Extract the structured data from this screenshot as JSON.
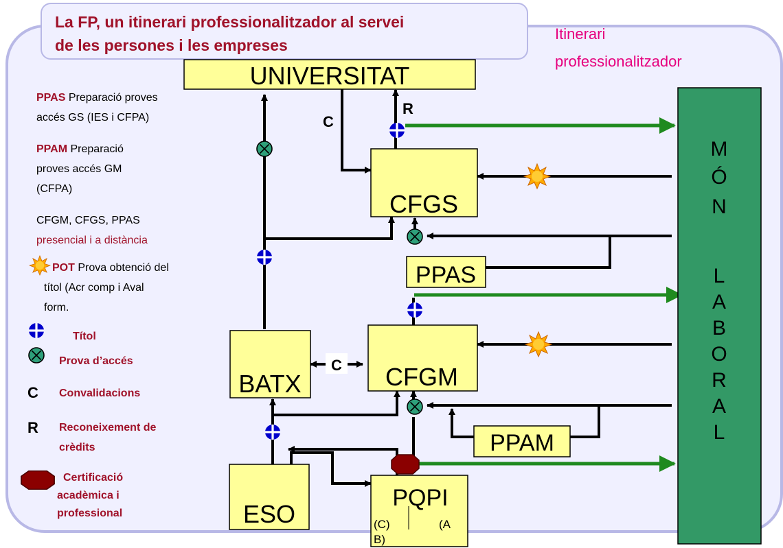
{
  "title": {
    "line1": "La FP, un itinerari professionalitzador al servei",
    "line2": "de les persones i les empreses"
  },
  "itinerari_label": {
    "line1": "Itinerari",
    "line2": "professionalitzador"
  },
  "boxes": {
    "universitat": "UNIVERSITAT",
    "cfgs": "CFGS",
    "ppas": "PPAS",
    "cfgm": "CFGM",
    "batx": "BATX",
    "ppam": "PPAM",
    "eso": "ESO",
    "pqpi": "PQPI",
    "pqpi_c": "(C)",
    "pqpi_a": "(A",
    "pqpi_b": "B)"
  },
  "mon_laboral": [
    "M",
    "Ó",
    "N",
    "L",
    "A",
    "B",
    "O",
    "R",
    "A",
    "L"
  ],
  "connector_labels": {
    "c_top": "C",
    "r_top": "R",
    "c_mid": "C"
  },
  "legend": {
    "ppas_bold": "PPAS",
    "ppas_rest1": " Preparació proves",
    "ppas_rest2": "accés GS (IES i CFPA)",
    "ppam_bold": "PPAM",
    "ppam_rest1": " Preparació",
    "ppam_rest2": "proves accés GM",
    "ppam_rest3": "(CFPA)",
    "modes1": "CFGM, CFGS, PPAS",
    "modes2": "presencial i a distància",
    "pot_bold": "POT",
    "pot_rest1": " Prova obtenció del",
    "pot_rest2": "títol (Acr comp i Aval",
    "pot_rest3": "form.",
    "titol": "Títol",
    "prova": "Prova d’accés",
    "conv_symbol": "C",
    "conv": "Convalidacions",
    "rec_symbol": "R",
    "rec1": "Reconeixement de",
    "rec2": "crèdits",
    "cert1": "Certificació",
    "cert2": "acadèmica i",
    "cert3": "professional"
  },
  "colors": {
    "box_fill": "#ffff99",
    "mon_fill": "#339966",
    "green_arrow": "#1f8a1f",
    "titol_blue": "#0000cc",
    "prova_green": "#2ea07a",
    "pot_orange": "#ffaa00",
    "cert_red": "#8b0000",
    "title_red": "#a0122a",
    "itinerari_pink": "#e6007e",
    "frame_fill": "#f0f0ff",
    "frame_stroke": "#b8b8e6"
  }
}
